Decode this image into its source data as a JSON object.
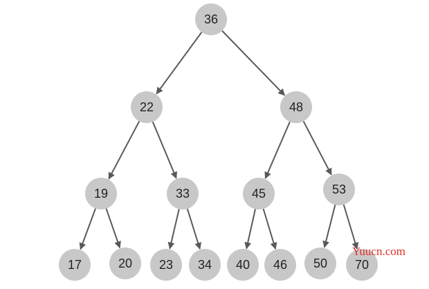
{
  "tree": {
    "nodes": [
      {
        "id": "n36",
        "label": "36"
      },
      {
        "id": "n22",
        "label": "22"
      },
      {
        "id": "n48",
        "label": "48"
      },
      {
        "id": "n19",
        "label": "19"
      },
      {
        "id": "n33",
        "label": "33"
      },
      {
        "id": "n45",
        "label": "45"
      },
      {
        "id": "n53",
        "label": "53"
      },
      {
        "id": "n17",
        "label": "17"
      },
      {
        "id": "n20",
        "label": "20"
      },
      {
        "id": "n23",
        "label": "23"
      },
      {
        "id": "n34",
        "label": "34"
      },
      {
        "id": "n40",
        "label": "40"
      },
      {
        "id": "n46",
        "label": "46"
      },
      {
        "id": "n50",
        "label": "50"
      },
      {
        "id": "n70",
        "label": "70"
      }
    ],
    "edges": [
      {
        "from": "n36",
        "to": "n22"
      },
      {
        "from": "n36",
        "to": "n48"
      },
      {
        "from": "n22",
        "to": "n19"
      },
      {
        "from": "n22",
        "to": "n33"
      },
      {
        "from": "n48",
        "to": "n45"
      },
      {
        "from": "n48",
        "to": "n53"
      },
      {
        "from": "n19",
        "to": "n17"
      },
      {
        "from": "n19",
        "to": "n20"
      },
      {
        "from": "n33",
        "to": "n23"
      },
      {
        "from": "n33",
        "to": "n34"
      },
      {
        "from": "n45",
        "to": "n40"
      },
      {
        "from": "n45",
        "to": "n46"
      },
      {
        "from": "n53",
        "to": "n50"
      },
      {
        "from": "n53",
        "to": "n70"
      }
    ]
  },
  "watermark": {
    "text": "Yuucn.com"
  },
  "colors": {
    "node_fill": "#c8c8c8",
    "edge": "#595959",
    "watermark": "#e0322b"
  }
}
